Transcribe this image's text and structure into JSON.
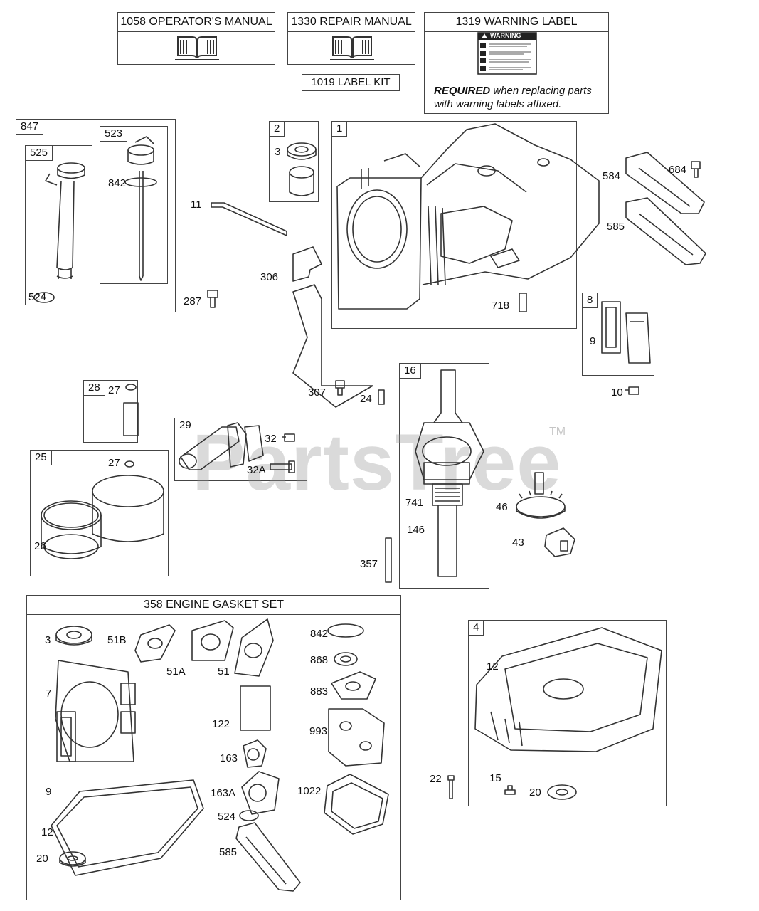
{
  "manuals": {
    "operators_manual": "1058 OPERATOR'S MANUAL",
    "repair_manual": "1330 REPAIR MANUAL",
    "warning_label": "1319 WARNING LABEL",
    "label_kit": "1019 LABEL KIT",
    "warning_word": "WARNING",
    "required_bold": "REQUIRED",
    "required_rest": " when replacing parts",
    "required_line2": "with warning labels affixed."
  },
  "boxes": {
    "b847": "847",
    "b525": "525",
    "b523": "523",
    "b2": "2",
    "b1": "1",
    "b8": "8",
    "b16": "16",
    "b28": "28",
    "b29": "29",
    "b25": "25",
    "b4": "4",
    "gasket_set": "358 ENGINE GASKET SET"
  },
  "parts": {
    "p842a": "842",
    "p524a": "524",
    "p3a": "3",
    "p11": "11",
    "p287": "287",
    "p306": "306",
    "p584": "584",
    "p684": "684",
    "p585a": "585",
    "p718": "718",
    "p9a": "9",
    "p10": "10",
    "p307": "307",
    "p24": "24",
    "p27a": "27",
    "p32": "32",
    "p32a": "32A",
    "p27b": "27",
    "p26": "26",
    "p741": "741",
    "p146": "146",
    "p357": "357",
    "p46": "46",
    "p43": "43",
    "g3": "3",
    "g51b": "51B",
    "g51a": "51A",
    "g51": "51",
    "g842": "842",
    "g868": "868",
    "g883": "883",
    "g7": "7",
    "g122": "122",
    "g993": "993",
    "g163": "163",
    "g163a": "163A",
    "g1022": "1022",
    "g9": "9",
    "g524": "524",
    "g12": "12",
    "g20": "20",
    "g585": "585",
    "p12": "12",
    "p22": "22",
    "p15": "15",
    "p20": "20"
  },
  "watermark": {
    "text": "PartsTree",
    "tm": "TM"
  },
  "colors": {
    "line": "#333333",
    "frame": "#444444",
    "watermark": "#969696"
  }
}
